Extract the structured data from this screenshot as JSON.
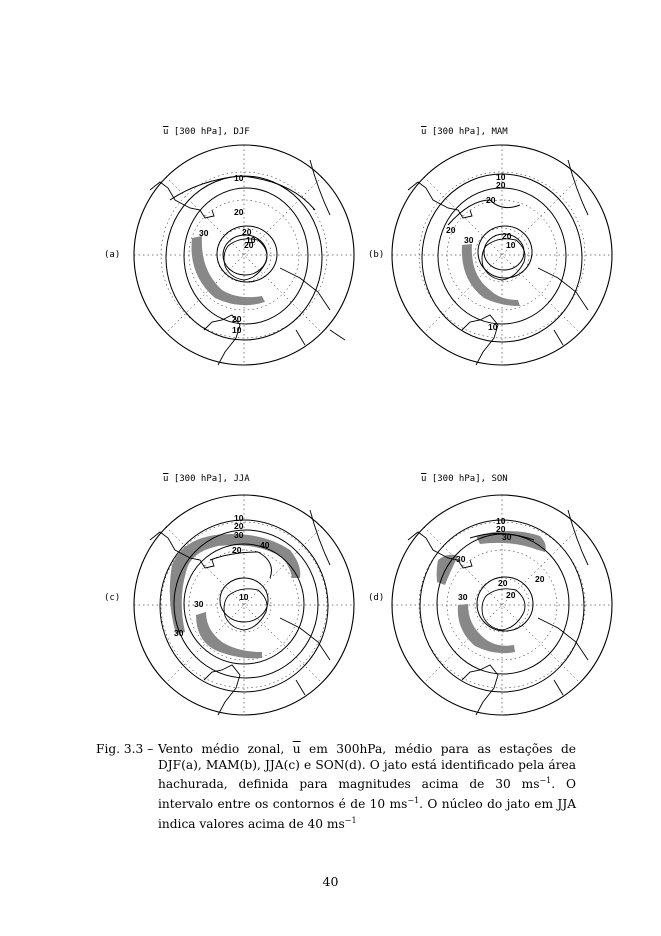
{
  "panels": [
    {
      "id": "a",
      "title_var": "u",
      "title_rest": " [300 hPa], DJF",
      "label": "(a)",
      "contour_labels": [
        "10",
        "20",
        "20",
        "20",
        "10",
        "30",
        "20",
        "10"
      ]
    },
    {
      "id": "b",
      "title_var": "u",
      "title_rest": " [300 hPa], MAM",
      "label": "(b)",
      "contour_labels": [
        "10",
        "20",
        "20",
        "20",
        "30",
        "10",
        "20",
        "10"
      ]
    },
    {
      "id": "c",
      "title_var": "u",
      "title_rest": " [300 hPa], JJA",
      "label": "(c)",
      "contour_labels": [
        "10",
        "20",
        "30",
        "40",
        "20",
        "10",
        "30",
        "30"
      ]
    },
    {
      "id": "d",
      "title_var": "u",
      "title_rest": " [300 hPa], SON",
      "label": "(d)",
      "contour_labels": [
        "10",
        "20",
        "30",
        "30",
        "20",
        "20",
        "30",
        "20"
      ]
    }
  ],
  "caption": {
    "fig_label": "Fig. 3.3 –",
    "part1": "Vento médio zonal, ",
    "ubar": "u",
    "part2": " em 300hPa, médio para as estações de DJF(a), MAM(b), JJA(c) e SON(d). O jato está identificado pela área hachurada, definida para magnitudes acima de 30 ms",
    "sup1": "−1",
    "part3": ". O intervalo entre os contornos é de 10 ms",
    "sup2": "−1",
    "part4": ". O núcleo do jato em JJA indica valores acima de 40 ms",
    "sup3": "−1"
  },
  "page_number": "40"
}
